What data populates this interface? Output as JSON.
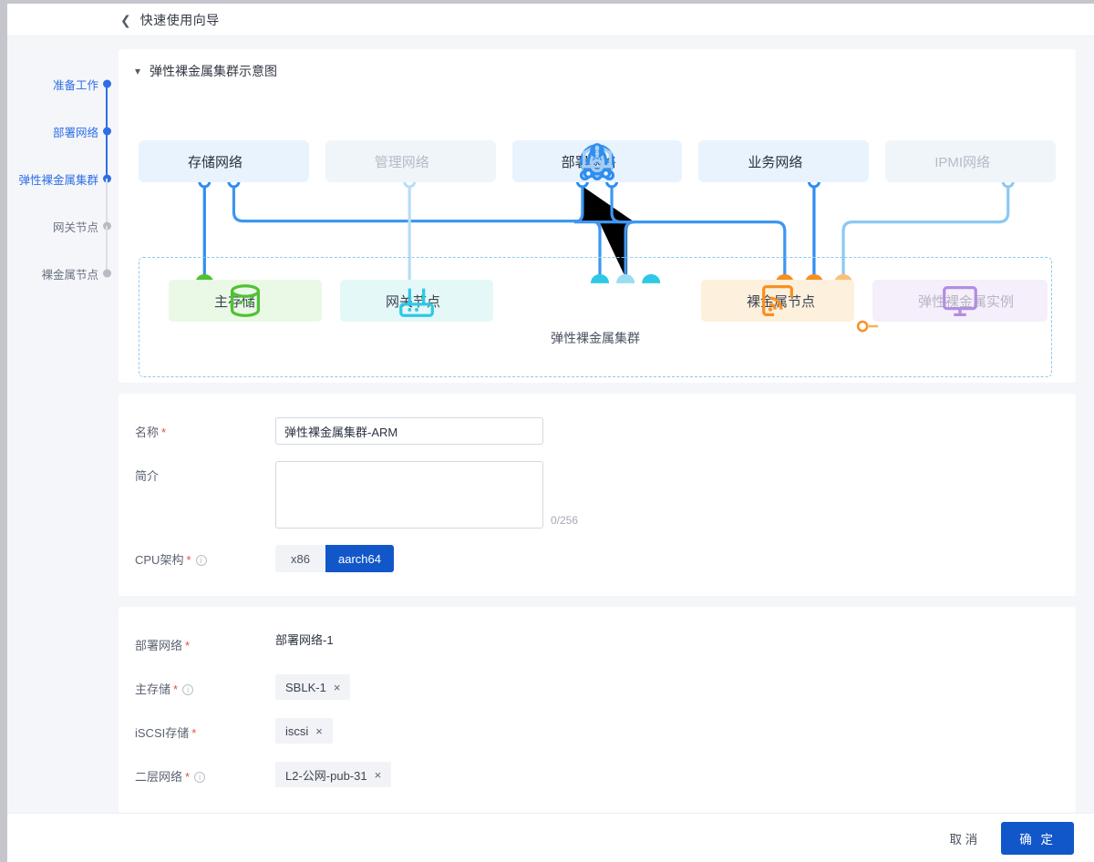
{
  "header": {
    "back_icon": "chevron-left-icon",
    "title": "快速使用向导"
  },
  "steps": [
    {
      "label": "准备工作",
      "state": "done"
    },
    {
      "label": "部署网络",
      "state": "done"
    },
    {
      "label": "弹性裸金属集群",
      "state": "active"
    },
    {
      "label": "网关节点",
      "state": "todo"
    },
    {
      "label": "裸金属节点",
      "state": "todo"
    }
  ],
  "diagram": {
    "caret_icon": "chevron-down-icon",
    "title": "弹性裸金属集群示意图",
    "zone_label": "弹性裸金属集群",
    "networks": [
      {
        "label": "存储网络",
        "icon": "globe-icon",
        "state": "on"
      },
      {
        "label": "管理网络",
        "icon": "hexagon-gear-icon",
        "state": "off"
      },
      {
        "label": "部署网络",
        "icon": "topology-icon",
        "state": "on"
      },
      {
        "label": "业务网络",
        "icon": "ring-nodes-icon",
        "state": "on"
      },
      {
        "label": "IPMI网络",
        "icon": "junction-icon",
        "state": "off"
      }
    ],
    "nodes": [
      {
        "label": "主存储",
        "icon": "database-icon",
        "state": "on"
      },
      {
        "label": "网关节点",
        "icon": "router-icon",
        "state": "on"
      },
      {
        "label": "裸金属节点",
        "icon": "signal-square-icon",
        "state": "on"
      },
      {
        "label": "弹性裸金属实例",
        "icon": "monitor-icon",
        "state": "off"
      }
    ]
  },
  "form": {
    "name": {
      "label": "名称",
      "required": true,
      "value": "弹性裸金属集群-ARM"
    },
    "desc": {
      "label": "简介",
      "required": false,
      "value": "",
      "counter": "0/256"
    },
    "cpu": {
      "label": "CPU架构",
      "required": true,
      "info_icon": "info-icon",
      "options": [
        "x86",
        "aarch64"
      ],
      "selected": "aarch64"
    }
  },
  "network_form": {
    "deploy_net": {
      "label": "部署网络",
      "required": true,
      "value": "部署网络-1"
    },
    "main_storage": {
      "label": "主存储",
      "required": true,
      "info_icon": "info-icon",
      "tag": "SBLK-1",
      "tag_close": "×"
    },
    "iscsi_storage": {
      "label": "iSCSI存储",
      "required": true,
      "tag": "iscsi",
      "tag_close": "×"
    },
    "l2_net": {
      "label": "二层网络",
      "required": true,
      "info_icon": "info-icon",
      "tag": "L2-公网-pub-31",
      "tag_close": "×"
    }
  },
  "footer": {
    "cancel": "取 消",
    "confirm": "确 定"
  },
  "colors": {
    "primary": "#1257c9",
    "accent": "#2f6fe4",
    "required": "#e84a4a"
  }
}
